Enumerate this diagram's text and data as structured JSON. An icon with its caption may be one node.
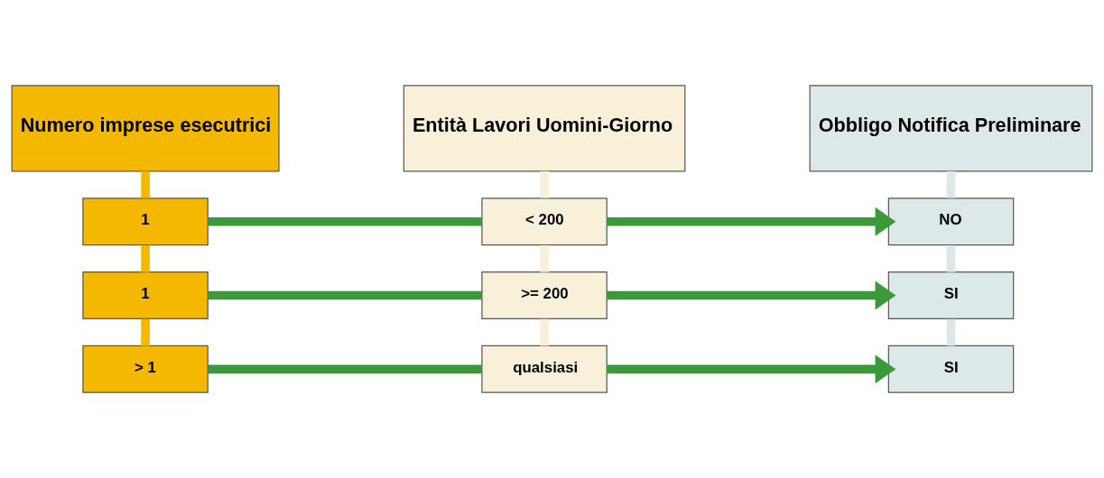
{
  "diagram": {
    "nodes": [
      {
        "text": [
          "Numero imprese esecutrici"
        ]
      },
      {
        "text": [
          "Entità Lavori Uomini-Giorno"
        ]
      },
      {
        "text": [
          "Obbligo Notifica Preliminare"
        ]
      },
      {
        "text": [
          "1"
        ]
      },
      {
        "text": [
          "< 200"
        ]
      },
      {
        "text": [
          "NO"
        ]
      },
      {
        "text": [
          "1"
        ]
      },
      {
        "text": [
          ">= 200"
        ]
      },
      {
        "text": [
          "SI"
        ]
      },
      {
        "text": [
          "> 1"
        ]
      },
      {
        "text": [
          "qualsiasi"
        ]
      },
      {
        "text": [
          "SI"
        ]
      }
    ],
    "edges": [
      {
        "from": 0,
        "to": 3,
        "arrow": "none",
        "color": "#f5b800"
      },
      {
        "from": 3,
        "to": 6,
        "arrow": "none",
        "color": "#f5b800"
      },
      {
        "from": 6,
        "to": 9,
        "arrow": "none",
        "color": "#f5b800"
      },
      {
        "from": 1,
        "to": 4,
        "arrow": "none",
        "color": "#f8f0d8"
      },
      {
        "from": 4,
        "to": 7,
        "arrow": "none",
        "color": "#f8f0d8"
      },
      {
        "from": 7,
        "to": 10,
        "arrow": "none",
        "color": "#f8f0d8"
      },
      {
        "from": 2,
        "to": 5,
        "arrow": "none",
        "color": "#dde9e9"
      },
      {
        "from": 5,
        "to": 8,
        "arrow": "none",
        "color": "#dde9e9"
      },
      {
        "from": 8,
        "to": 11,
        "arrow": "none",
        "color": "#dde9e9"
      },
      {
        "from": 3,
        "to": 4,
        "arrow": "none",
        "color": "#3a9a3a"
      },
      {
        "from": 4,
        "to": 5,
        "arrow": "to",
        "color": "#3a9a3a"
      },
      {
        "from": 6,
        "to": 7,
        "arrow": "none",
        "color": "#3a9a3a"
      },
      {
        "from": 7,
        "to": 8,
        "arrow": "to",
        "color": "#3a9a3a"
      },
      {
        "from": 9,
        "to": 10,
        "arrow": "none",
        "color": "#3a9a3a"
      },
      {
        "from": 10,
        "to": 11,
        "arrow": "to",
        "color": "#3a9a3a"
      }
    ]
  }
}
